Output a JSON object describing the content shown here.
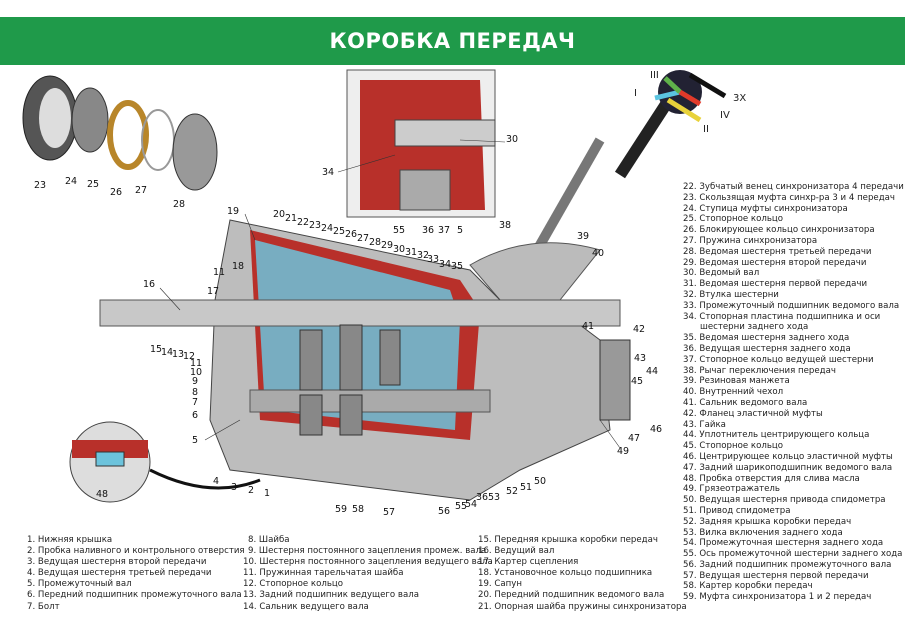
{
  "title": "КОРОБКА ПЕРЕДАЧ",
  "gear_positions": [
    "III",
    "I",
    "3X",
    "IV",
    "II"
  ],
  "legend_col1": [
    "1. Нижняя крышка",
    "2. Пробка наливного и контрольного отверстия",
    "3. Ведущая шестерня второй передачи",
    "4. Ведущая шестерня третьей передачи",
    "5. Промежуточный вал",
    "6. Передний подшипник промежуточного вала",
    "7. Болт"
  ],
  "legend_col2": [
    "8. Шайба",
    "9. Шестерня постоянного зацепления промеж. вала",
    "10. Шестерня постоянного зацепления ведущего вала",
    "11. Пружинная тарельчатая шайба",
    "12. Стопорное кольцо",
    "13. Задний подшипник ведущего вала",
    "14. Сальник ведущего вала"
  ],
  "legend_col3": [
    "15. Передняя крышка коробки передач",
    "16. Ведущий вал",
    "17. Картер сцепления",
    "18. Установочное кольцо подшипника",
    "19. Сапун",
    "20. Передний подшипник ведомого вала",
    "21. Опорная шайба пружины синхронизатора"
  ],
  "legend_right": [
    "22. Зубчатый венец синхронизатора 4 передачи",
    "23. Скользящая муфта синхр-ра 3 и 4 передач",
    "24. Ступица муфты синхронизатора",
    "25. Стопорное кольцо",
    "26. Блокирующее кольцо синхронизатора",
    "27. Пружина синхронизатора",
    "28. Ведомая шестерня третьей передачи",
    "29. Ведомая шестерня второй передачи",
    "30. Ведомый вал",
    "31. Ведомая шестерня первой передачи",
    "32. Втулка шестерни",
    "33. Промежуточный подшипник ведомого вала",
    "34. Стопорная пластина подшипника и оси",
    "шестерни заднего хода",
    "35. Ведомая шестерня заднего хода",
    "36. Ведущая шестерня заднего хода",
    "37. Стопорное кольцо ведущей шестерни",
    "38. Рычаг переключения передач",
    "39. Резиновая манжета",
    "40. Внутренний чехол",
    "41. Сальник ведомого вала",
    "42. Фланец эластичной муфты",
    "43. Гайка",
    "44. Уплотнитель центрирующего кольца",
    "45. Стопорное кольцо",
    "46. Центрирующее кольцо эластичной муфты",
    "47. Задний шарикоподшипник ведомого вала",
    "48. Пробка отверстия для слива масла",
    "49. Грязеотражатель",
    "50. Ведущая шестерня привода спидометра",
    "51. Привод спидометра",
    "52. Задняя крышка коробки передач",
    "53. Вилка включения заднего хода",
    "54. Промежуточная шестерня заднего хода",
    "55. Ось промежуточной шестерни заднего хода",
    "56. Задний подшипник промежуточного вала",
    "57. Ведущая шестерня первой передачи",
    "58. Картер коробки передач",
    "59. Муфта синхронизатора 1 и 2 передач"
  ],
  "callouts": [
    "30",
    "34",
    "55",
    "36",
    "37",
    "5",
    "23",
    "24",
    "25",
    "26",
    "27",
    "28",
    "19",
    "20",
    "21",
    "22",
    "23",
    "24",
    "25",
    "26",
    "27",
    "28",
    "29",
    "30",
    "31",
    "32",
    "33",
    "34",
    "35",
    "18",
    "11",
    "16",
    "17",
    "15",
    "14",
    "13",
    "12",
    "11",
    "10",
    "9",
    "8",
    "7",
    "6",
    "5",
    "4",
    "3",
    "2",
    "1",
    "48",
    "59",
    "58",
    "57",
    "56",
    "55",
    "54",
    "36",
    "53",
    "52",
    "51",
    "50",
    "49",
    "47",
    "46",
    "45",
    "44",
    "43",
    "42",
    "41",
    "38",
    "39",
    "40"
  ],
  "colors": {
    "banner": "#1f9a4a",
    "housing_red": "#b8302a",
    "section_blue": "#6cc3dc"
  }
}
